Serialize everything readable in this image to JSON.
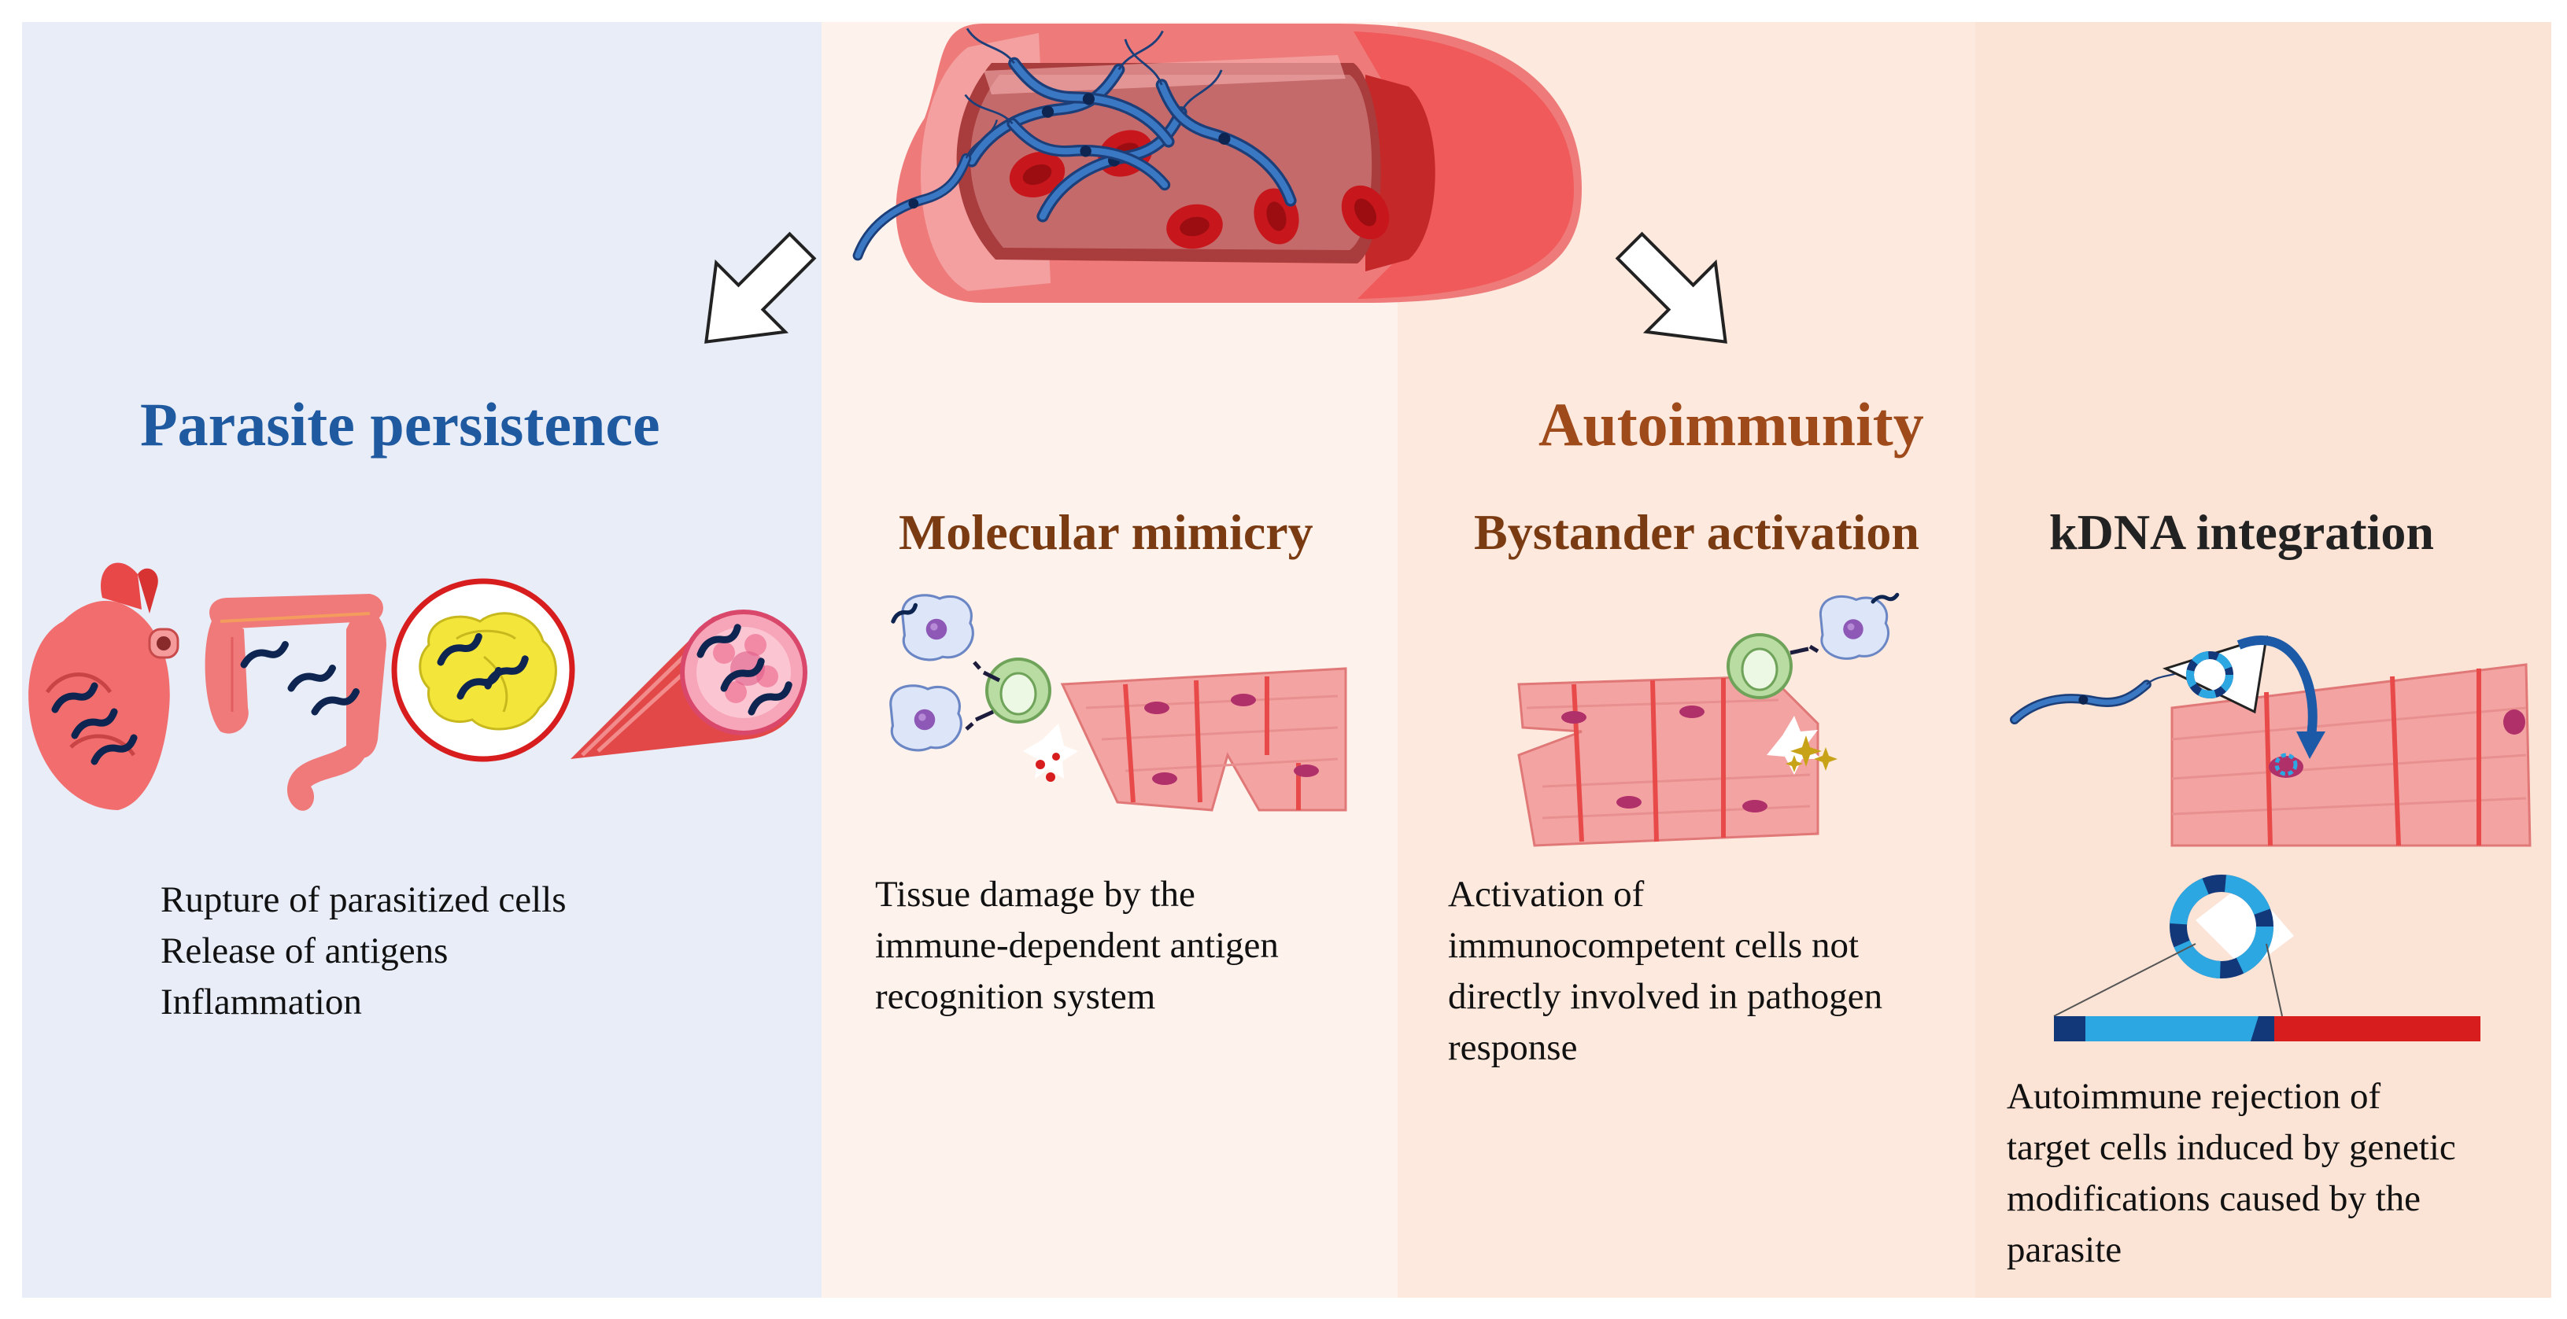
{
  "headings": {
    "parasite_persistence": "Parasite persistence",
    "autoimmunity": "Autoimmunity"
  },
  "mechanisms": [
    {
      "title": "Molecular mimicry",
      "description": [
        "Tissue damage by the",
        "immune-dependent antigen",
        "recognition system"
      ]
    },
    {
      "title": "Bystander activation",
      "description": [
        "Activation of",
        "immunocompetent cells not",
        "directly involved in pathogen",
        "response"
      ]
    },
    {
      "title": "kDNA integration",
      "description": [
        "Autoimmune rejection of",
        "target cells induced by genetic",
        "modifications caused by the",
        "parasite"
      ]
    }
  ],
  "persistence_effects": [
    "Rupture of parasitized cells",
    "Release of antigens",
    "Inflammation"
  ],
  "colors": {
    "persistence_heading": "#1f5aa0",
    "autoimmunity_heading": "#9e4a1a",
    "panel_persistence": "#e8edf8",
    "panel_mimicry": "#fdf2ec",
    "panel_bystander": "#fde9dd",
    "panel_kdna": "#fbe3d6",
    "parasite": "#2c66b3",
    "red_blood_cell": "#c8161d",
    "muscle_tissue": "#f4a3a3"
  },
  "icons": [
    "blood-vessel-icon",
    "trypanosome-icon",
    "red-blood-cell-icon",
    "heart-icon",
    "colon-icon",
    "infected-cells-icon",
    "muscle-fiber-icon",
    "macrophage-icon",
    "lymphocyte-icon",
    "cardiac-tissue-icon",
    "kdna-plasmid-icon",
    "dna-strand-icon",
    "arrow-icon"
  ]
}
